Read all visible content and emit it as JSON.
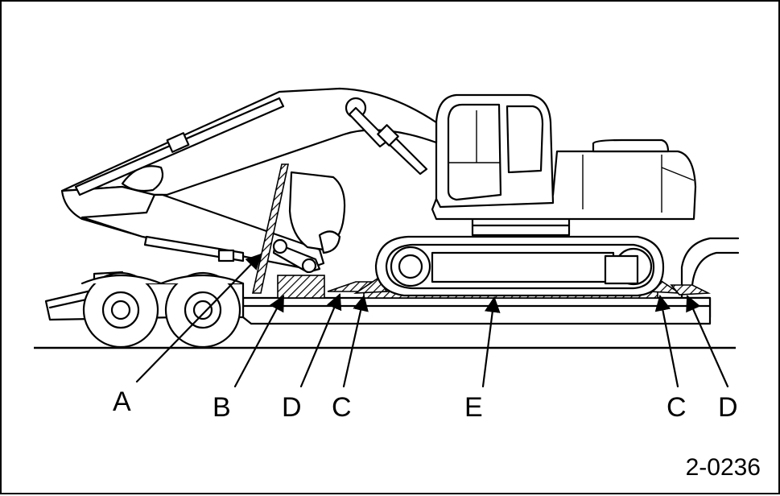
{
  "figure": {
    "number": "2-0236",
    "labels": {
      "A": "A",
      "B": "B",
      "D1": "D",
      "C1": "C",
      "E": "E",
      "C2": "C",
      "D2": "D"
    }
  },
  "colors": {
    "line": "#000000",
    "background": "#ffffff"
  }
}
